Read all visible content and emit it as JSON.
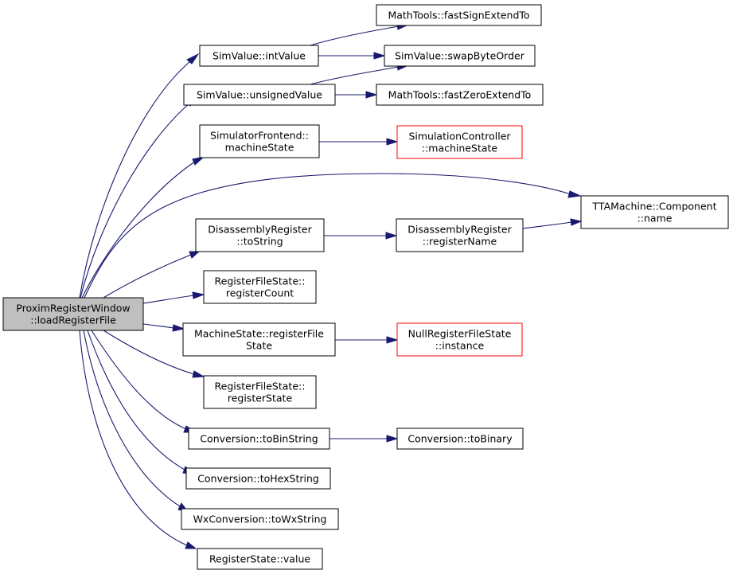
{
  "diagram": {
    "colors": {
      "edge": "#191970",
      "root_fill": "#bfbfbf",
      "node_fill": "#ffffff",
      "node_border": "#000000",
      "truncated_border": "#ff0000"
    },
    "nodes": [
      {
        "id": "root",
        "lines": [
          "ProximRegisterWindow",
          "::loadRegisterFile"
        ],
        "style": "root"
      },
      {
        "id": "n1",
        "lines": [
          "SimValue::intValue"
        ],
        "style": "normal"
      },
      {
        "id": "n2",
        "lines": [
          "MathTools::fastSignExtendTo"
        ],
        "style": "normal"
      },
      {
        "id": "n3",
        "lines": [
          "SimValue::swapByteOrder"
        ],
        "style": "normal"
      },
      {
        "id": "n4",
        "lines": [
          "SimValue::unsignedValue"
        ],
        "style": "normal"
      },
      {
        "id": "n5",
        "lines": [
          "MathTools::fastZeroExtendTo"
        ],
        "style": "normal"
      },
      {
        "id": "n6",
        "lines": [
          "SimulatorFrontend::",
          "machineState"
        ],
        "style": "normal"
      },
      {
        "id": "n7",
        "lines": [
          "SimulationController",
          "::machineState"
        ],
        "style": "truncated"
      },
      {
        "id": "n8",
        "lines": [
          "TTAMachine::Component",
          "::name"
        ],
        "style": "normal"
      },
      {
        "id": "n9",
        "lines": [
          "DisassemblyRegister",
          "::toString"
        ],
        "style": "normal"
      },
      {
        "id": "n10",
        "lines": [
          "DisassemblyRegister",
          "::registerName"
        ],
        "style": "normal"
      },
      {
        "id": "n11",
        "lines": [
          "RegisterFileState::",
          "registerCount"
        ],
        "style": "normal"
      },
      {
        "id": "n12",
        "lines": [
          "MachineState::registerFile",
          "State"
        ],
        "style": "normal"
      },
      {
        "id": "n13",
        "lines": [
          "NullRegisterFileState",
          "::instance"
        ],
        "style": "truncated"
      },
      {
        "id": "n14",
        "lines": [
          "RegisterFileState::",
          "registerState"
        ],
        "style": "normal"
      },
      {
        "id": "n15",
        "lines": [
          "Conversion::toBinString"
        ],
        "style": "normal"
      },
      {
        "id": "n16",
        "lines": [
          "Conversion::toBinary"
        ],
        "style": "normal"
      },
      {
        "id": "n17",
        "lines": [
          "Conversion::toHexString"
        ],
        "style": "normal"
      },
      {
        "id": "n18",
        "lines": [
          "WxConversion::toWxString"
        ],
        "style": "normal"
      },
      {
        "id": "n19",
        "lines": [
          "RegisterState::value"
        ],
        "style": "normal"
      }
    ],
    "edges": [
      {
        "from": "root",
        "to": "n1"
      },
      {
        "from": "root",
        "to": "n4"
      },
      {
        "from": "root",
        "to": "n6"
      },
      {
        "from": "root",
        "to": "n8"
      },
      {
        "from": "root",
        "to": "n9"
      },
      {
        "from": "root",
        "to": "n11"
      },
      {
        "from": "root",
        "to": "n12"
      },
      {
        "from": "root",
        "to": "n14"
      },
      {
        "from": "root",
        "to": "n15"
      },
      {
        "from": "root",
        "to": "n17"
      },
      {
        "from": "root",
        "to": "n18"
      },
      {
        "from": "root",
        "to": "n19"
      },
      {
        "from": "n1",
        "to": "n2"
      },
      {
        "from": "n1",
        "to": "n3"
      },
      {
        "from": "n4",
        "to": "n3"
      },
      {
        "from": "n4",
        "to": "n5"
      },
      {
        "from": "n6",
        "to": "n7"
      },
      {
        "from": "n9",
        "to": "n10"
      },
      {
        "from": "n10",
        "to": "n8"
      },
      {
        "from": "n12",
        "to": "n13"
      },
      {
        "from": "n15",
        "to": "n16"
      }
    ]
  }
}
